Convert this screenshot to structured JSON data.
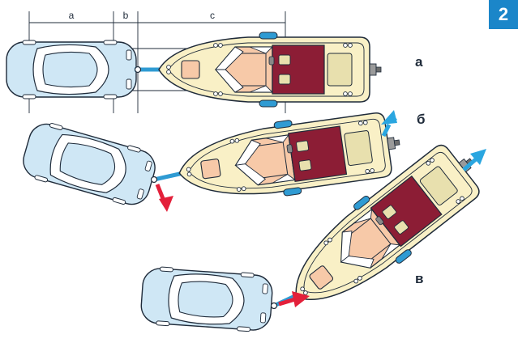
{
  "figure": {
    "number": "2",
    "dimension_labels": {
      "a": "a",
      "b": "b",
      "c": "c"
    },
    "variant_labels": {
      "a": "а",
      "b": "б",
      "c": "в"
    }
  },
  "colors": {
    "car_body": "#cfe7f5",
    "car_window": "#ffffff",
    "boat_hull": "#f9f0c6",
    "cabin_glass": "#f7c9a8",
    "deck_dark": "#8c1d35",
    "deck_light": "#e8e0ae",
    "fender": "#2f9bd3",
    "drawbar": "#2f9bd3",
    "arrow_blue": "#2aa6e0",
    "arrow_red": "#e3203a",
    "badge": "#1b86c9"
  }
}
